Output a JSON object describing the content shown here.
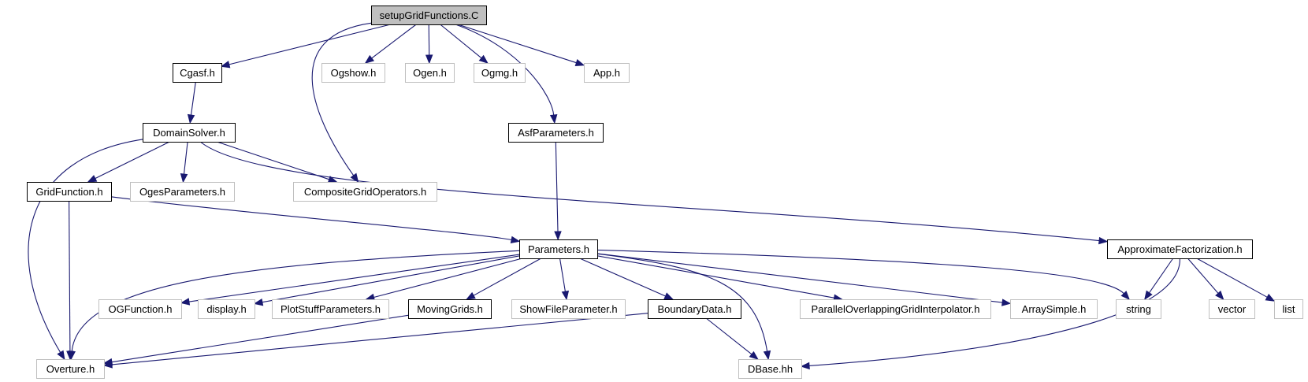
{
  "colors": {
    "edge": "#191970",
    "documented_border": "#000000",
    "undocumented_border": "#bfbfbf",
    "root_fill": "#bfbfbf",
    "node_fill": "#ffffff"
  },
  "nodes": [
    {
      "id": "setupGridFunctions",
      "label": "setupGridFunctions.C",
      "kind": "root"
    },
    {
      "id": "Cgasf",
      "label": "Cgasf.h",
      "kind": "documented"
    },
    {
      "id": "Ogshow",
      "label": "Ogshow.h",
      "kind": "external"
    },
    {
      "id": "Ogen",
      "label": "Ogen.h",
      "kind": "external"
    },
    {
      "id": "Ogmg",
      "label": "Ogmg.h",
      "kind": "external"
    },
    {
      "id": "App",
      "label": "App.h",
      "kind": "external"
    },
    {
      "id": "DomainSolver",
      "label": "DomainSolver.h",
      "kind": "documented"
    },
    {
      "id": "AsfParameters",
      "label": "AsfParameters.h",
      "kind": "documented"
    },
    {
      "id": "GridFunction",
      "label": "GridFunction.h",
      "kind": "documented"
    },
    {
      "id": "OgesParameters",
      "label": "OgesParameters.h",
      "kind": "external"
    },
    {
      "id": "CompositeGridOperators",
      "label": "CompositeGridOperators.h",
      "kind": "external"
    },
    {
      "id": "Parameters",
      "label": "Parameters.h",
      "kind": "documented"
    },
    {
      "id": "ApproximateFactorization",
      "label": "ApproximateFactorization.h",
      "kind": "documented"
    },
    {
      "id": "OGFunction",
      "label": "OGFunction.h",
      "kind": "external"
    },
    {
      "id": "display",
      "label": "display.h",
      "kind": "external"
    },
    {
      "id": "PlotStuffParameters",
      "label": "PlotStuffParameters.h",
      "kind": "external"
    },
    {
      "id": "MovingGrids",
      "label": "MovingGrids.h",
      "kind": "documented"
    },
    {
      "id": "ShowFileParameter",
      "label": "ShowFileParameter.h",
      "kind": "external"
    },
    {
      "id": "BoundaryData",
      "label": "BoundaryData.h",
      "kind": "documented"
    },
    {
      "id": "ParallelOverlappingGridInterpolator",
      "label": "ParallelOverlappingGridInterpolator.h",
      "kind": "external"
    },
    {
      "id": "ArraySimple",
      "label": "ArraySimple.h",
      "kind": "external"
    },
    {
      "id": "string",
      "label": "string",
      "kind": "external"
    },
    {
      "id": "vector",
      "label": "vector",
      "kind": "external"
    },
    {
      "id": "list",
      "label": "list",
      "kind": "external"
    },
    {
      "id": "Overture",
      "label": "Overture.h",
      "kind": "external"
    },
    {
      "id": "DBase",
      "label": "DBase.hh",
      "kind": "external"
    }
  ],
  "edges": [
    {
      "from": "setupGridFunctions",
      "to": "Cgasf"
    },
    {
      "from": "setupGridFunctions",
      "to": "CompositeGridOperators"
    },
    {
      "from": "setupGridFunctions",
      "to": "Ogshow"
    },
    {
      "from": "setupGridFunctions",
      "to": "Ogen"
    },
    {
      "from": "setupGridFunctions",
      "to": "Ogmg"
    },
    {
      "from": "setupGridFunctions",
      "to": "AsfParameters"
    },
    {
      "from": "setupGridFunctions",
      "to": "App"
    },
    {
      "from": "Cgasf",
      "to": "DomainSolver"
    },
    {
      "from": "DomainSolver",
      "to": "Overture"
    },
    {
      "from": "DomainSolver",
      "to": "GridFunction"
    },
    {
      "from": "DomainSolver",
      "to": "OgesParameters"
    },
    {
      "from": "DomainSolver",
      "to": "CompositeGridOperators"
    },
    {
      "from": "DomainSolver",
      "to": "ApproximateFactorization"
    },
    {
      "from": "AsfParameters",
      "to": "Parameters"
    },
    {
      "from": "GridFunction",
      "to": "Overture"
    },
    {
      "from": "GridFunction",
      "to": "Parameters"
    },
    {
      "from": "Parameters",
      "to": "Overture"
    },
    {
      "from": "Parameters",
      "to": "OGFunction"
    },
    {
      "from": "Parameters",
      "to": "display"
    },
    {
      "from": "Parameters",
      "to": "PlotStuffParameters"
    },
    {
      "from": "Parameters",
      "to": "MovingGrids"
    },
    {
      "from": "Parameters",
      "to": "ShowFileParameter"
    },
    {
      "from": "Parameters",
      "to": "BoundaryData"
    },
    {
      "from": "Parameters",
      "to": "DBase"
    },
    {
      "from": "Parameters",
      "to": "ParallelOverlappingGridInterpolator"
    },
    {
      "from": "Parameters",
      "to": "ArraySimple"
    },
    {
      "from": "Parameters",
      "to": "string"
    },
    {
      "from": "MovingGrids",
      "to": "Overture"
    },
    {
      "from": "BoundaryData",
      "to": "Overture"
    },
    {
      "from": "BoundaryData",
      "to": "DBase"
    },
    {
      "from": "ApproximateFactorization",
      "to": "string"
    },
    {
      "from": "ApproximateFactorization",
      "to": "vector"
    },
    {
      "from": "ApproximateFactorization",
      "to": "list"
    },
    {
      "from": "ApproximateFactorization",
      "to": "DBase"
    }
  ]
}
